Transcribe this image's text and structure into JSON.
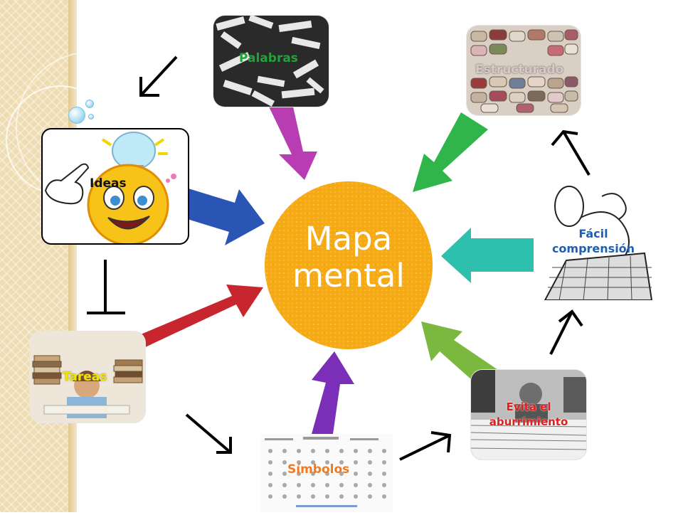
{
  "center": {
    "line1": "Mapa",
    "line2": "mental"
  },
  "nodes": {
    "ideas": {
      "label": "Ideas"
    },
    "palabras": {
      "label": "Palabras"
    },
    "estructurado": {
      "label": "Estructurado"
    },
    "facil": {
      "line1": "Fácil",
      "line2": "comprensión"
    },
    "evita": {
      "line1": "Evita el",
      "line2": "aburrimiento"
    },
    "simbolos": {
      "label": "Símbolos"
    },
    "tareas": {
      "label": "Tareas"
    }
  },
  "colors": {
    "hub": "#f5a912",
    "ideas_arrow": "#2b55b5",
    "palabras_arrow": "#b83db3",
    "estructurado_arrow": "#2fb54a",
    "facil_arrow": "#2fbfaf",
    "evita_arrow": "#7ab840",
    "simbolos_arrow": "#7b2fb8",
    "tareas_arrow": "#c8262e",
    "label_ideas": "#111111",
    "label_palabras": "#23a23a",
    "label_estructurado": "#d9c8c8",
    "label_facil": "#1f5fb0",
    "label_evita": "#e0201f",
    "label_simbolos": "#f07a22",
    "label_tareas": "#f2e200"
  }
}
